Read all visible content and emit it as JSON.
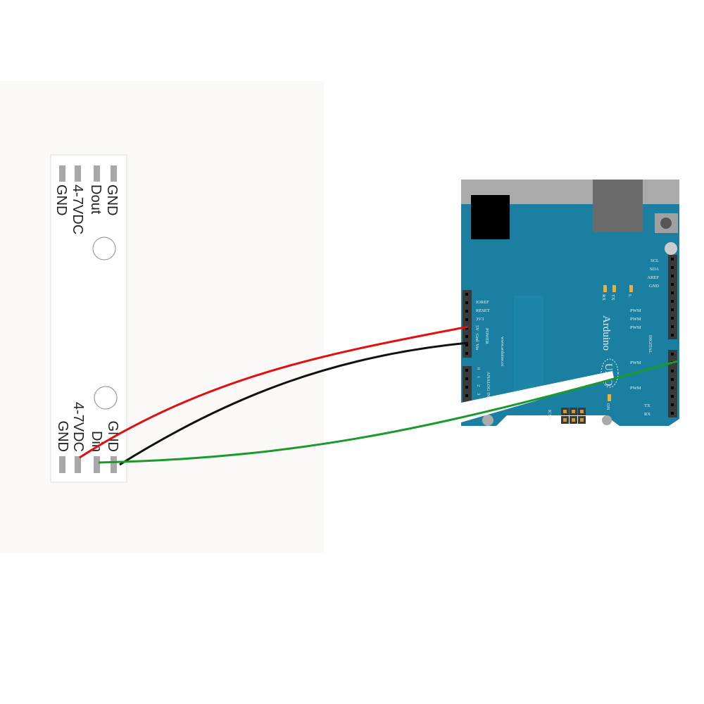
{
  "strip": {
    "top_labels": [
      "GND",
      "4-7VDC",
      "Dout",
      "GND"
    ],
    "bottom_labels": [
      "GND",
      "4-7VDC",
      "Din",
      "GND"
    ]
  },
  "arduino": {
    "brand": "Arduino",
    "model": "UNO",
    "url": "www.arduino.cc",
    "power_pins": [
      "IOREF",
      "RESET",
      "3V3",
      "5V",
      "Gnd",
      "Vin"
    ],
    "power_label": "POWER",
    "analog_label": "ANALOG IN",
    "analog_pins": [
      "0",
      "1",
      "2",
      "3"
    ],
    "top_right_pins": [
      "SCL",
      "SDA",
      "AREF",
      "GND"
    ],
    "pwm_label": "PWM",
    "digital_label": "DIGITAL",
    "tx_label": "TX",
    "rx_label": "RX",
    "led_labels": [
      "RX",
      "TX",
      "L"
    ],
    "on_label": "ON",
    "icsp_label": "ICSP"
  },
  "colors": {
    "board_blue": "#1a7fa0",
    "wire_5v": "#e01010",
    "wire_gnd": "#111111",
    "wire_data": "#1a9a2a"
  }
}
